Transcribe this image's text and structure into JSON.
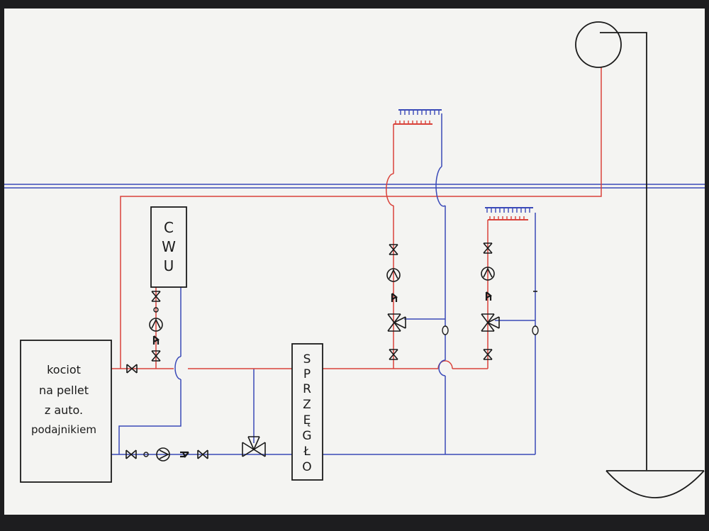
{
  "diagram": {
    "boiler": {
      "lines": [
        "kociot",
        "na pellet",
        "z auto.",
        "podajnikiem"
      ]
    },
    "dhw_tank": {
      "letters": [
        "C",
        "W",
        "U"
      ]
    },
    "coupler": {
      "letters": [
        "S",
        "P",
        "R",
        "Z",
        "Ę",
        "G",
        "Ł",
        "O"
      ]
    },
    "colors": {
      "supply": "#d9423a",
      "return": "#3a4ab8",
      "ink": "#1a1a1a",
      "paper": "#f4f4f2"
    },
    "icons": [
      "gate-valve-icon",
      "pump-icon",
      "check-valve-icon",
      "three-way-valve-icon",
      "radiator-icon",
      "expansion-vessel-icon",
      "chimney-icon",
      "ground-icon"
    ]
  }
}
